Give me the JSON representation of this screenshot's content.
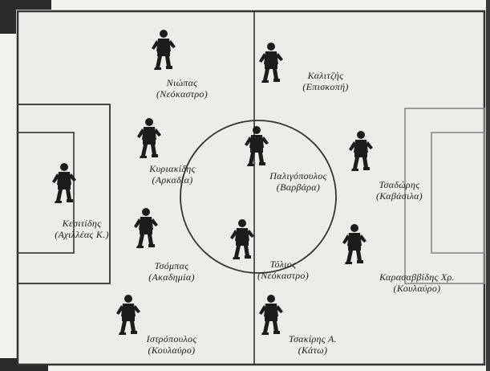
{
  "players": [
    {
      "name": "Νιώπας",
      "team": "(Νεόκαστρο)"
    },
    {
      "name": "Καλιτζής",
      "team": "(Επισκοπή)"
    },
    {
      "name": "Κυριακίδης",
      "team": "(Αρκαδία)"
    },
    {
      "name": "Παλιγόπουλος",
      "team": "(Βαρβάρα)"
    },
    {
      "name": "Τσαδώρης",
      "team": "(Καβάσιλα)"
    },
    {
      "name": "Κεσιτίδης",
      "team": "(Αχιλλέας Κ.)"
    },
    {
      "name": "Τσόμπας",
      "team": "(Ακαδημία)"
    },
    {
      "name": "Τόλιος",
      "team": "(Νεόκαστρο)"
    },
    {
      "name": "Καρασαββίδης Χρ.",
      "team": "(Κουλαύρο)"
    },
    {
      "name": "Ιστρόπουλος",
      "team": "(Κουλαύρο)"
    },
    {
      "name": "Τσακίρης Α.",
      "team": "(Κάτω)"
    }
  ]
}
